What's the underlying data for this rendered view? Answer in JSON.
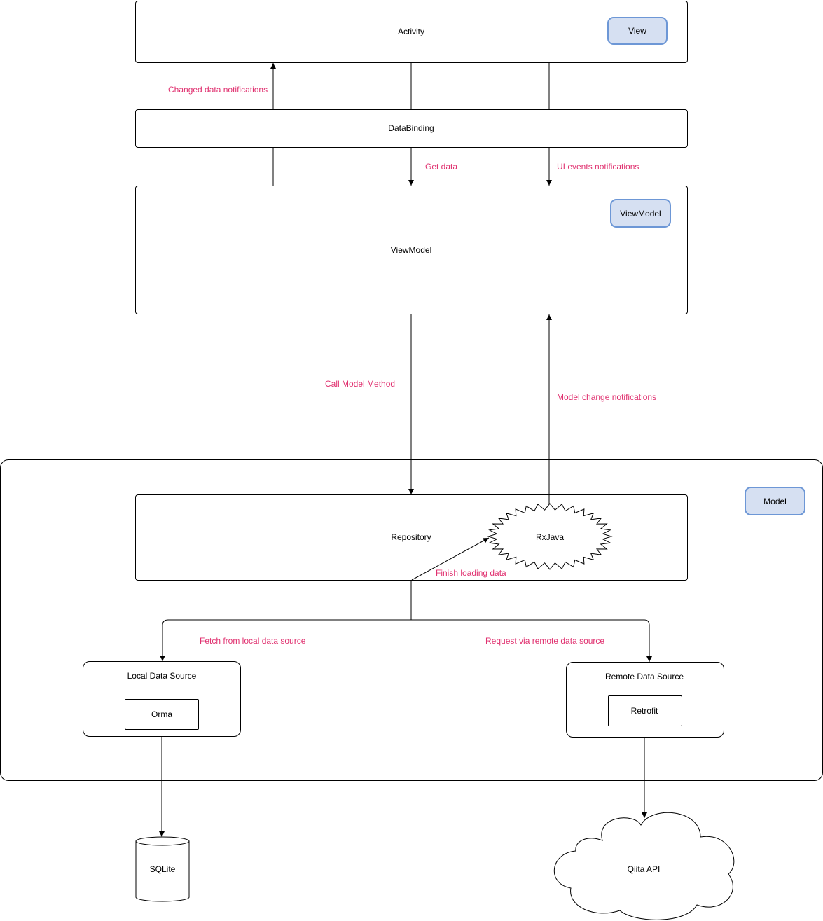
{
  "view_layer": {
    "activity_label": "Activity",
    "view_tag": "View",
    "databinding_label": "DataBinding",
    "changed_data_notifications": "Changed data notifications",
    "get_data": "Get data",
    "ui_events_notifications": "UI events notifications"
  },
  "viewmodel_layer": {
    "viewmodel_label": "ViewModel",
    "viewmodel_tag": "ViewModel",
    "call_model_method": "Call Model Method",
    "model_change_notifications": "Model change  notifications"
  },
  "model_layer": {
    "model_tag": "Model",
    "repository_label": "Repository",
    "rxjava_label": "RxJava",
    "finish_loading_data": "Finish loading data",
    "fetch_local": "Fetch from local data source",
    "request_remote": "Request via remote data source",
    "local_data_source": "Local Data Source",
    "orma": "Orma",
    "remote_data_source": "Remote Data Source",
    "retrofit": "Retrofit"
  },
  "external": {
    "sqlite": "SQLite",
    "qiita_api": "Qiita API"
  },
  "colors": {
    "label_pink": "#e0306f",
    "tag_fill": "#d6e0f2",
    "tag_border": "#6d97d6"
  }
}
